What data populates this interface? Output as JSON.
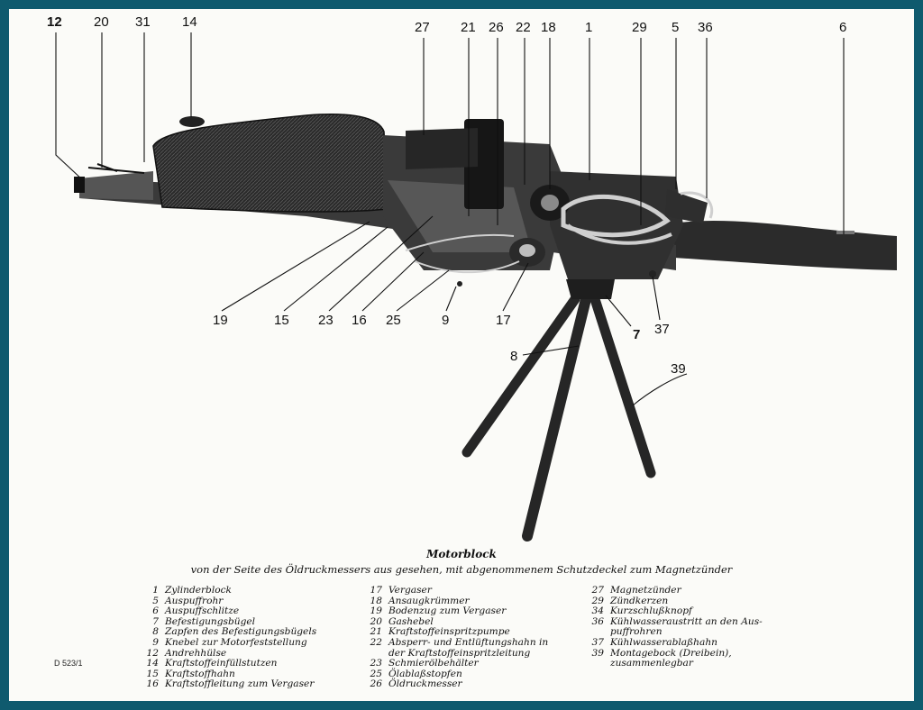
{
  "callouts": {
    "c12": "12",
    "c20": "20",
    "c31": "31",
    "c14": "14",
    "c27": "27",
    "c21": "21",
    "c26": "26",
    "c22": "22",
    "c18": "18",
    "c1": "1",
    "c29": "29",
    "c5": "5",
    "c36": "36",
    "c6": "6",
    "c19": "19",
    "c15": "15",
    "c23": "23",
    "c16": "16",
    "c25": "25",
    "c9": "9",
    "c17": "17",
    "c7": "7",
    "c37": "37",
    "c8": "8",
    "c39": "39"
  },
  "caption": {
    "title": "Motorblock",
    "subtitle": "von der Seite des Öldruckmessers aus gesehen, mit abgenommenem Schutzdeckel zum Magnetzünder"
  },
  "legend": {
    "col1": [
      {
        "num": "1",
        "text": "Zylinderblock"
      },
      {
        "num": "5",
        "text": "Auspuffrohr"
      },
      {
        "num": "6",
        "text": "Auspuffschlitze"
      },
      {
        "num": "7",
        "text": "Befestigungsbügel"
      },
      {
        "num": "8",
        "text": "Zapfen des Befestigungsbügels"
      },
      {
        "num": "9",
        "text": "Knebel zur Motorfeststellung"
      },
      {
        "num": "12",
        "text": "Andrehhülse"
      },
      {
        "num": "14",
        "text": "Kraftstoffeinfüllstutzen"
      },
      {
        "num": "15",
        "text": "Kraftstoffhahn"
      },
      {
        "num": "16",
        "text": "Kraftstoffleitung zum Vergaser"
      }
    ],
    "col2": [
      {
        "num": "17",
        "text": "Vergaser"
      },
      {
        "num": "18",
        "text": "Ansaugkrümmer"
      },
      {
        "num": "19",
        "text": "Bodenzug zum Vergaser"
      },
      {
        "num": "20",
        "text": "Gashebel"
      },
      {
        "num": "21",
        "text": "Kraftstoffeinspritzpumpe"
      },
      {
        "num": "22",
        "text": "Absperr- und Entlüftungshahn in"
      },
      {
        "num": "",
        "text": "der Kraftstoffeinspritzleitung"
      },
      {
        "num": "23",
        "text": "Schmierölbehälter"
      },
      {
        "num": "25",
        "text": "Ölablaßstopfen"
      },
      {
        "num": "26",
        "text": "Öldruckmesser"
      }
    ],
    "col3": [
      {
        "num": "27",
        "text": "Magnetzünder"
      },
      {
        "num": "29",
        "text": "Zündkerzen"
      },
      {
        "num": "34",
        "text": "Kurzschlußknopf"
      },
      {
        "num": "36",
        "text": "Kühlwasseraustritt an den Aus-"
      },
      {
        "num": "",
        "text": "puffrohren"
      },
      {
        "num": "37",
        "text": "Kühlwasserablaßhahn"
      },
      {
        "num": "39",
        "text": "Montagebock (Dreibein),"
      },
      {
        "num": "",
        "text": "zusammenlegbar"
      }
    ]
  },
  "doc_ref": "D 523/1",
  "colors": {
    "border": "#0f5a6e",
    "paper": "#fbfbf8",
    "ink": "#1a1a1a"
  }
}
